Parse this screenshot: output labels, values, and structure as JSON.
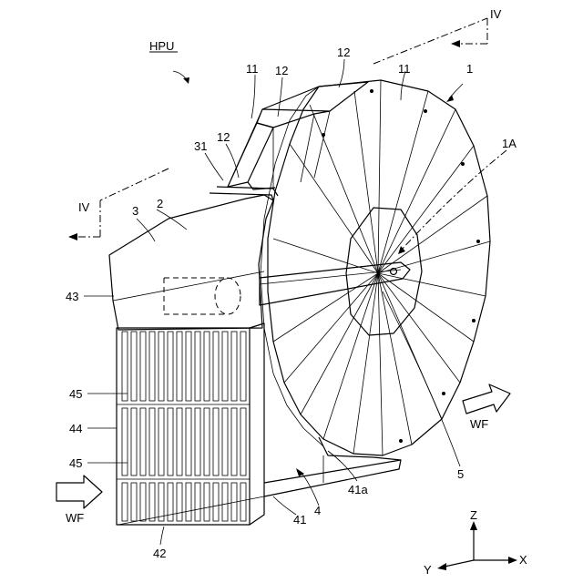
{
  "labels": {
    "hpu": "HPU",
    "section_top": "IV",
    "section_left": "IV",
    "ref_1": "1",
    "ref_1a": "1A",
    "ref_2": "2",
    "ref_3": "3",
    "ref_4": "4",
    "ref_5": "5",
    "ref_11a": "11",
    "ref_11b": "11",
    "ref_12a": "12",
    "ref_12b": "12",
    "ref_12c": "12",
    "ref_31": "31",
    "ref_41": "41",
    "ref_41a": "41a",
    "ref_42": "42",
    "ref_43": "43",
    "ref_44": "44",
    "ref_45a": "45",
    "ref_45b": "45",
    "wf_left": "WF",
    "wf_right": "WF",
    "axis_x": "X",
    "axis_y": "Y",
    "axis_z": "Z"
  }
}
